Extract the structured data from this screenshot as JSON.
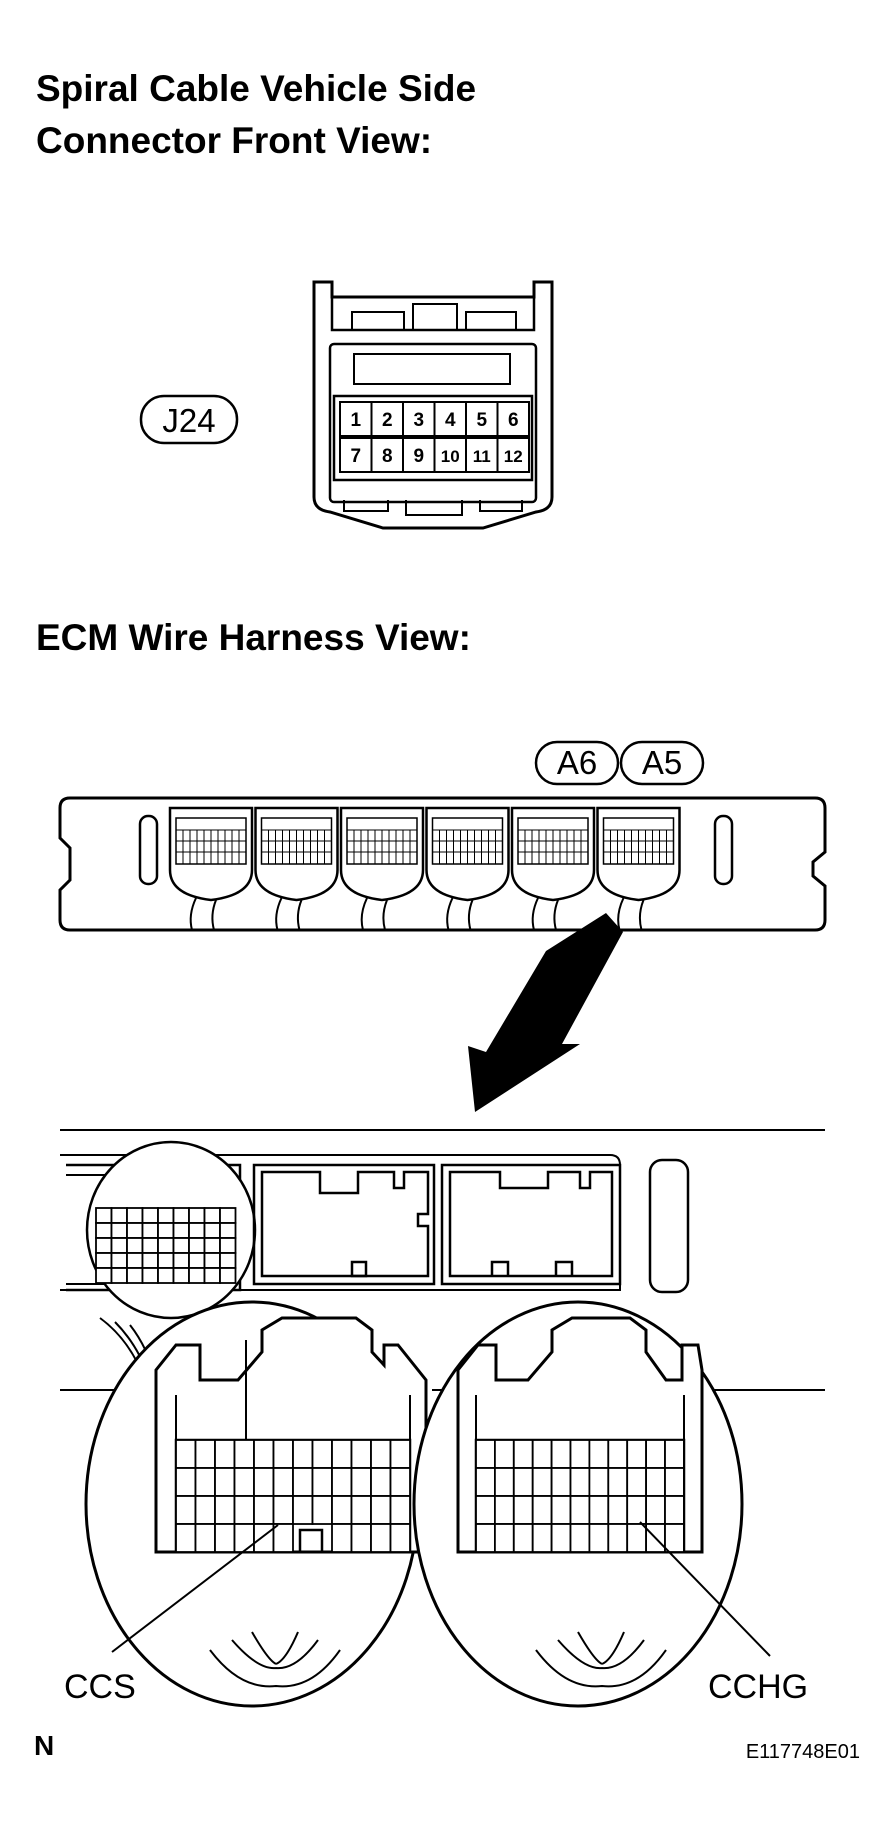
{
  "titles": {
    "spiral_line1": "Spiral Cable Vehicle Side",
    "spiral_line2": "Connector Front View:",
    "ecm": "ECM Wire Harness View:"
  },
  "connector_j24": {
    "code": "J24",
    "pins_row1": [
      "1",
      "2",
      "3",
      "4",
      "5",
      "6"
    ],
    "pins_row2": [
      "7",
      "8",
      "9",
      "10",
      "11",
      "12"
    ]
  },
  "ecm_harness": {
    "connector_labels": [
      "A6",
      "A5"
    ],
    "terminal_left": "CCS",
    "terminal_right": "CCHG"
  },
  "footer": {
    "mark": "N",
    "figure_code": "E117748E01"
  }
}
